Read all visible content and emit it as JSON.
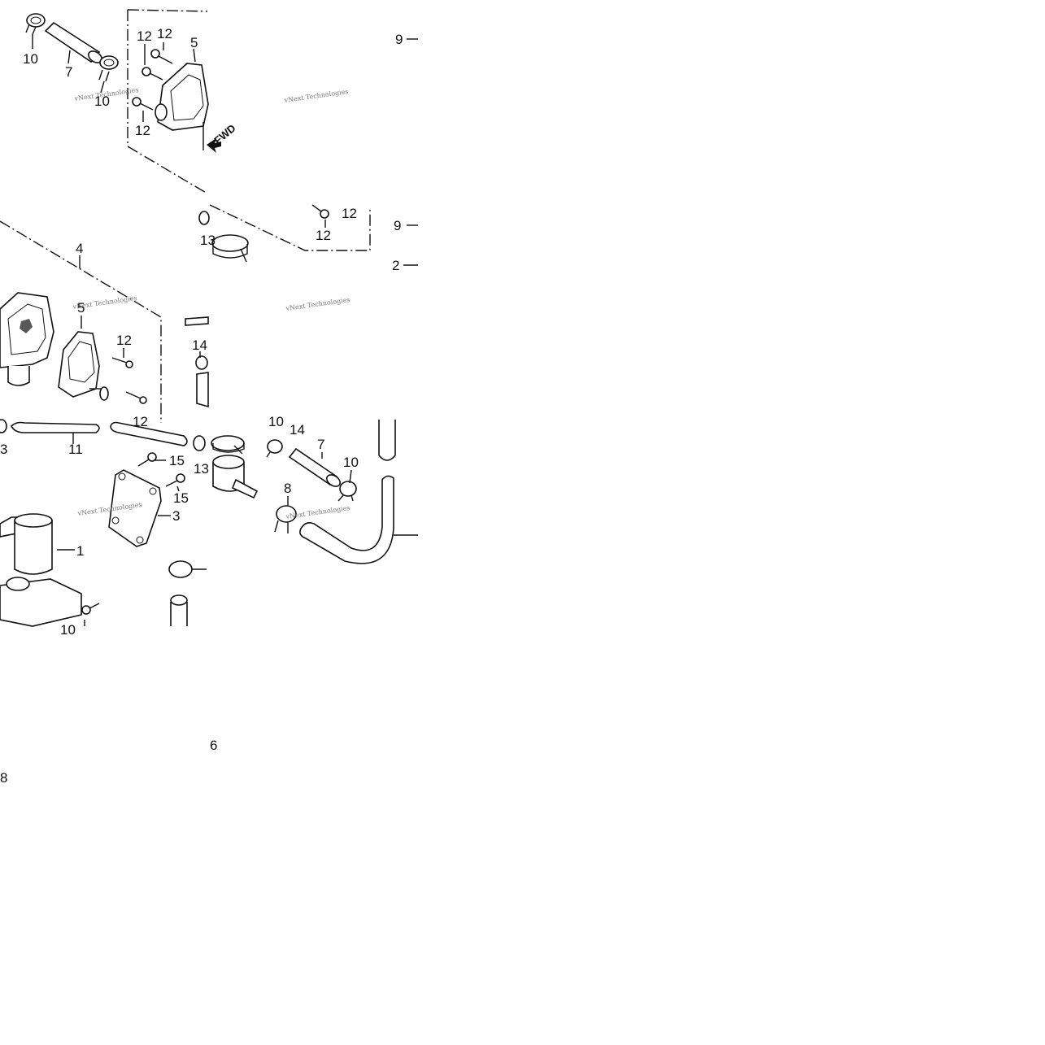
{
  "diagram": {
    "watermark": "vNext Technologies",
    "fwd_marker": "FWD",
    "callouts": {
      "c1": "1",
      "c2": "2",
      "c3": "3",
      "c3b": "3",
      "c4": "4",
      "c5a": "5",
      "c5b": "5",
      "c6": "6",
      "c7a": "7",
      "c7b": "7",
      "c8": "8",
      "c8b": "8",
      "c9a": "9",
      "c9b": "9",
      "c10a": "10",
      "c10b": "10",
      "c10c": "10",
      "c10d": "10",
      "c10e": "10",
      "c11": "11",
      "c12a": "12",
      "c12b": "12",
      "c12c": "12",
      "c12d": "12",
      "c12e": "12",
      "c12f": "12",
      "c12g": "12",
      "c13a": "13",
      "c13b": "13",
      "c14a": "14",
      "c14b": "14",
      "c15a": "15",
      "c15b": "15"
    }
  }
}
